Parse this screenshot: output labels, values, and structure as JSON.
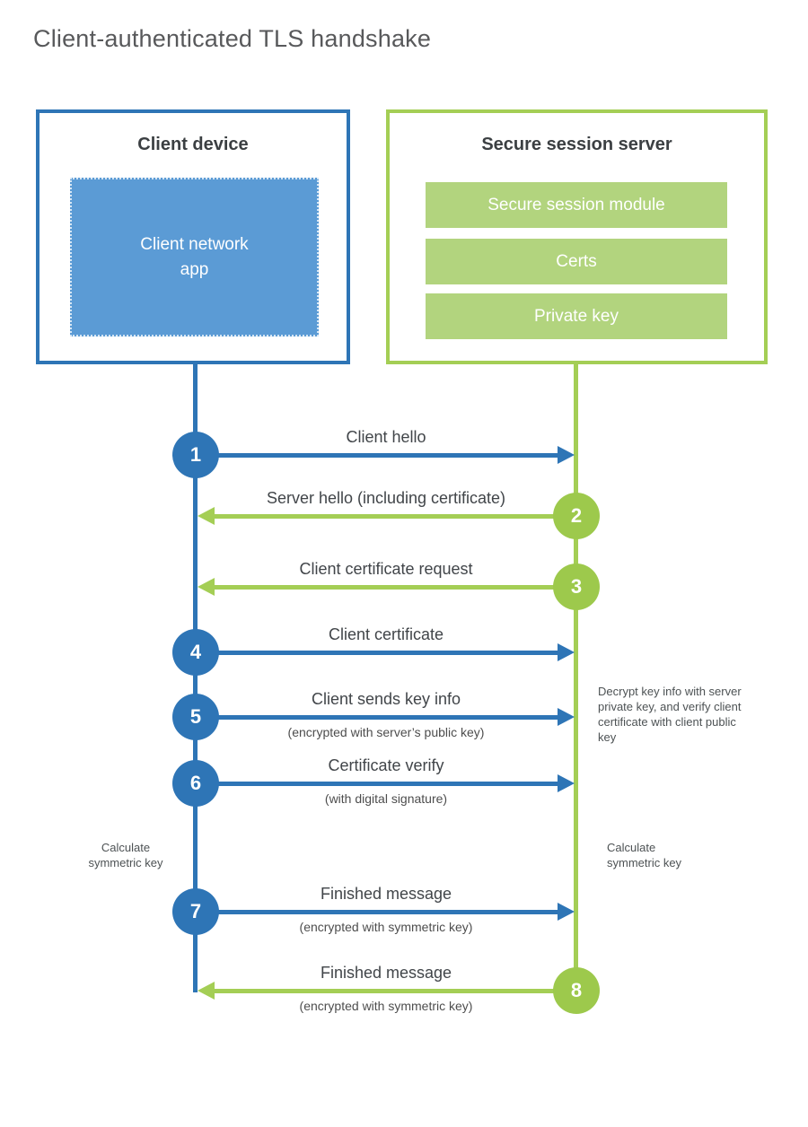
{
  "title": "Client-authenticated TLS handshake",
  "colors": {
    "blue": "#2E75B6",
    "blue_fill": "#5B9BD5",
    "green": "#A4CE55",
    "green_circle": "#9DC94C",
    "green_fill": "#B2D47E"
  },
  "client": {
    "title": "Client device",
    "app_label": "Client network\napp"
  },
  "server": {
    "title": "Secure session server",
    "modules": [
      "Secure session module",
      "Certs",
      "Private key"
    ]
  },
  "steps": [
    {
      "num": "1",
      "actor": "client",
      "direction": "right",
      "label": "Client hello",
      "sub": ""
    },
    {
      "num": "2",
      "actor": "server",
      "direction": "left",
      "label": "Server hello (including certificate)",
      "sub": ""
    },
    {
      "num": "3",
      "actor": "server",
      "direction": "left",
      "label": "Client certificate request",
      "sub": ""
    },
    {
      "num": "4",
      "actor": "client",
      "direction": "right",
      "label": "Client certificate",
      "sub": ""
    },
    {
      "num": "5",
      "actor": "client",
      "direction": "right",
      "label": "Client sends key info",
      "sub": "(encrypted with server’s public key)"
    },
    {
      "num": "6",
      "actor": "client",
      "direction": "right",
      "label": "Certificate verify",
      "sub": "(with digital signature)"
    },
    {
      "num": "7",
      "actor": "client",
      "direction": "right",
      "label": "Finished message",
      "sub": "(encrypted with symmetric key)"
    },
    {
      "num": "8",
      "actor": "server",
      "direction": "left",
      "label": "Finished message",
      "sub": "(encrypted with symmetric key)"
    }
  ],
  "notes": {
    "server_decrypt": "Decrypt key info with server private key, and verify client certificate with client public key",
    "client_calculate": "Calculate\nsymmetric key",
    "server_calculate": "Calculate\nsymmetric key"
  }
}
